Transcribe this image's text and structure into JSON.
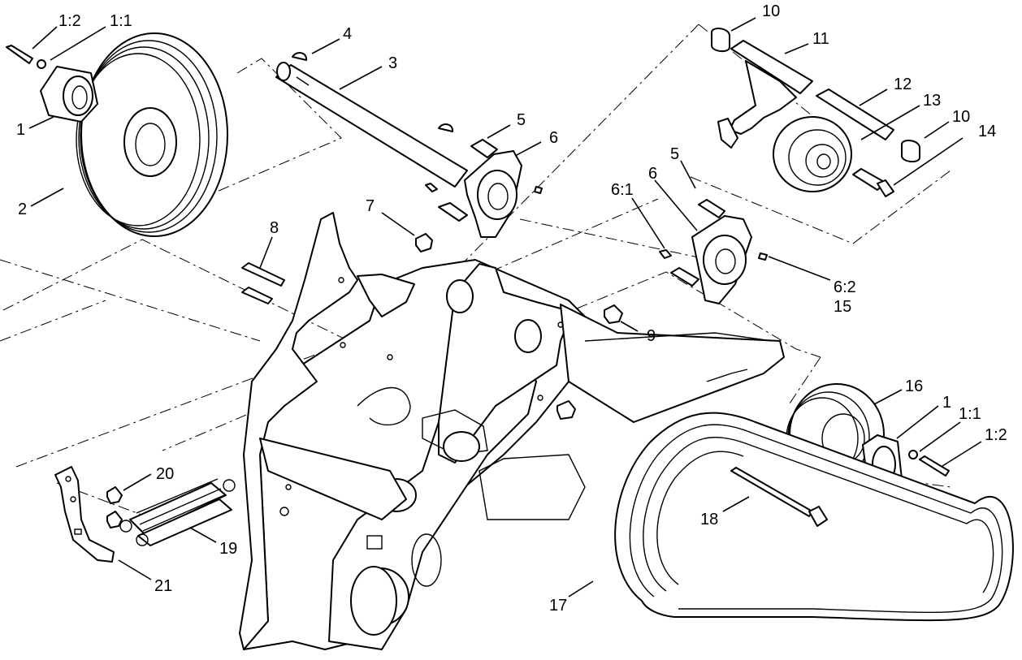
{
  "callouts": [
    {
      "id": "c-1-2-top",
      "text": "1:2"
    },
    {
      "id": "c-1-1-top",
      "text": "1:1"
    },
    {
      "id": "c-1-top",
      "text": "1"
    },
    {
      "id": "c-2",
      "text": "2"
    },
    {
      "id": "c-3",
      "text": "3"
    },
    {
      "id": "c-4",
      "text": "4"
    },
    {
      "id": "c-5-a",
      "text": "5"
    },
    {
      "id": "c-6-a",
      "text": "6"
    },
    {
      "id": "c-7",
      "text": "7"
    },
    {
      "id": "c-8",
      "text": "8"
    },
    {
      "id": "c-9",
      "text": "9"
    },
    {
      "id": "c-10-a",
      "text": "10"
    },
    {
      "id": "c-11",
      "text": "11"
    },
    {
      "id": "c-12",
      "text": "12"
    },
    {
      "id": "c-13",
      "text": "13"
    },
    {
      "id": "c-10-b",
      "text": "10"
    },
    {
      "id": "c-14",
      "text": "14"
    },
    {
      "id": "c-5-b",
      "text": "5"
    },
    {
      "id": "c-6-b",
      "text": "6"
    },
    {
      "id": "c-6-1",
      "text": "6:1"
    },
    {
      "id": "c-6-2",
      "text": "6:2"
    },
    {
      "id": "c-15",
      "text": "15"
    },
    {
      "id": "c-16",
      "text": "16"
    },
    {
      "id": "c-1-bottom",
      "text": "1"
    },
    {
      "id": "c-1-1-bottom",
      "text": "1:1"
    },
    {
      "id": "c-1-2-bottom",
      "text": "1:2"
    },
    {
      "id": "c-17",
      "text": "17"
    },
    {
      "id": "c-18",
      "text": "18"
    },
    {
      "id": "c-19",
      "text": "19"
    },
    {
      "id": "c-20",
      "text": "20"
    },
    {
      "id": "c-21",
      "text": "21"
    }
  ]
}
